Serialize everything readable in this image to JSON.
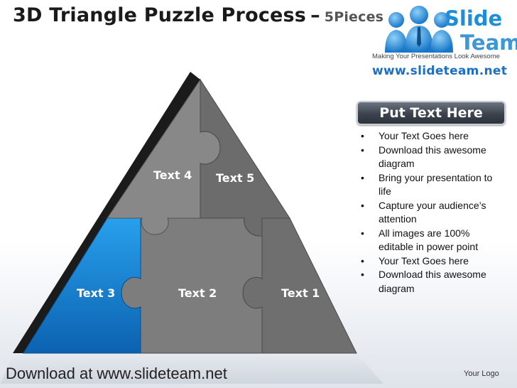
{
  "title": {
    "main": "3D Triangle Puzzle Process",
    "dash": "–",
    "sub": "5Pieces"
  },
  "logo": {
    "word1": "Slide",
    "word2": "Team",
    "tagline": "Making Your Presentations Look Awesome",
    "url": "www.slideteam.net"
  },
  "pieces": [
    {
      "label": "Text 1",
      "color": "#6f6f6f"
    },
    {
      "label": "Text 2",
      "color": "#7d7d7d"
    },
    {
      "label": "Text 3",
      "color": "#1a8ad6"
    },
    {
      "label": "Text 4",
      "color": "#888888"
    },
    {
      "label": "Text 5",
      "color": "#6c6c6c"
    }
  ],
  "panel": {
    "header": "Put Text Here",
    "bullet_glyph": "•",
    "bullets": [
      "Your Text Goes here",
      "Download this awesome diagram",
      "Bring your presentation to life",
      "Capture your audience’s attention",
      "All images are 100% editable in power point",
      "Your Text Goes here",
      "Download this awesome diagram"
    ]
  },
  "footer": {
    "download": "Download at www.slideteam.net",
    "logo_text": "Your Logo"
  }
}
